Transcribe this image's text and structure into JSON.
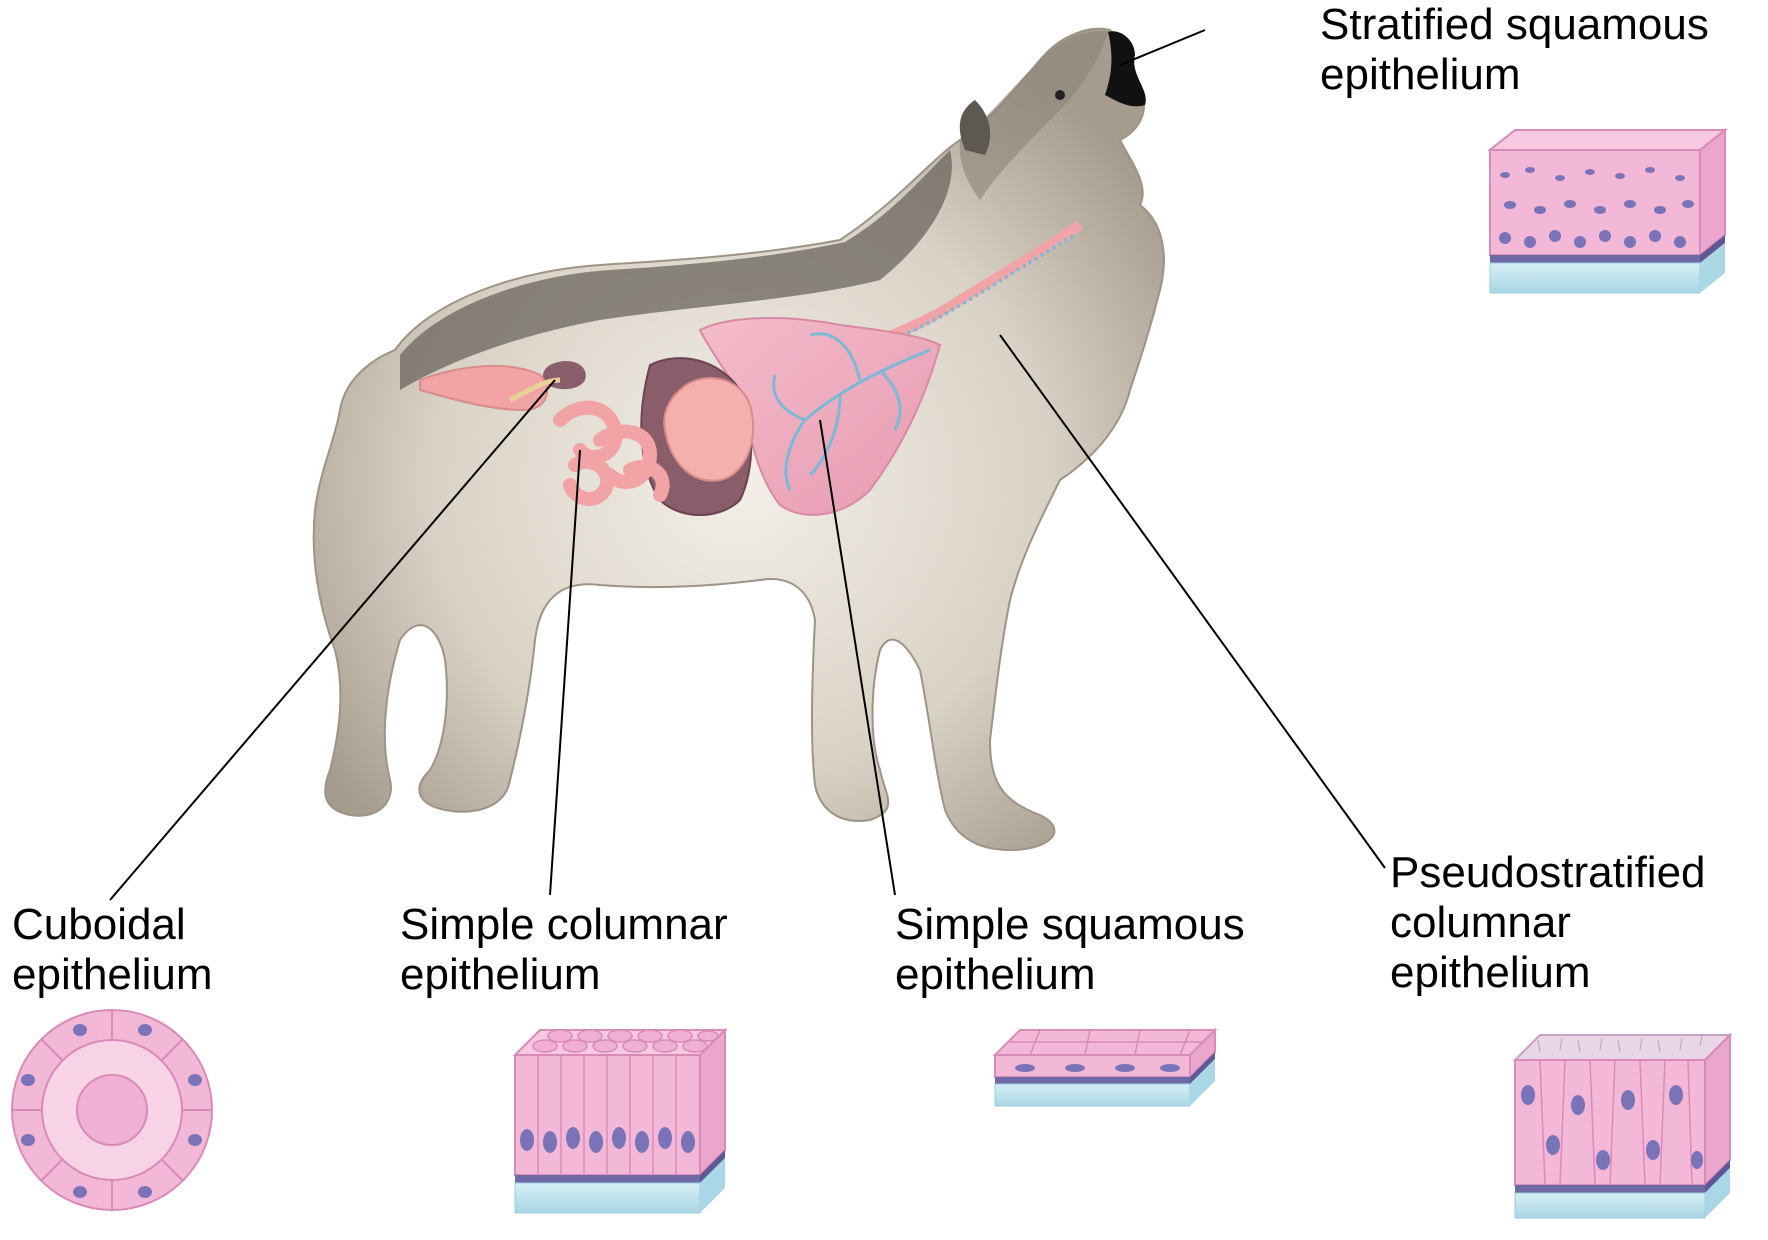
{
  "labels": {
    "stratified_squamous": [
      "Stratified squamous",
      "epithelium"
    ],
    "cuboidal": [
      "Cuboidal",
      "epithelium"
    ],
    "simple_columnar": [
      "Simple columnar",
      "epithelium"
    ],
    "simple_squamous": [
      "Simple squamous",
      "epithelium"
    ],
    "pseudostratified_columnar": [
      "Pseudostratified",
      "columnar",
      "epithelium"
    ]
  },
  "colors": {
    "tissue_pink": "#f3b7d8",
    "tissue_pink_dark": "#e48cbd",
    "nucleus": "#7b73b8",
    "basement": "#6f6aa6",
    "connective": "#bfe4ef",
    "fur_light": "#e9e4db",
    "fur_mid": "#b9afa1",
    "fur_dark": "#5e5a55",
    "organ_pink": "#f1a3a6",
    "lung_pink": "#f2b2c4",
    "liver": "#8a5d6b",
    "vessel": "#7db9d6"
  }
}
